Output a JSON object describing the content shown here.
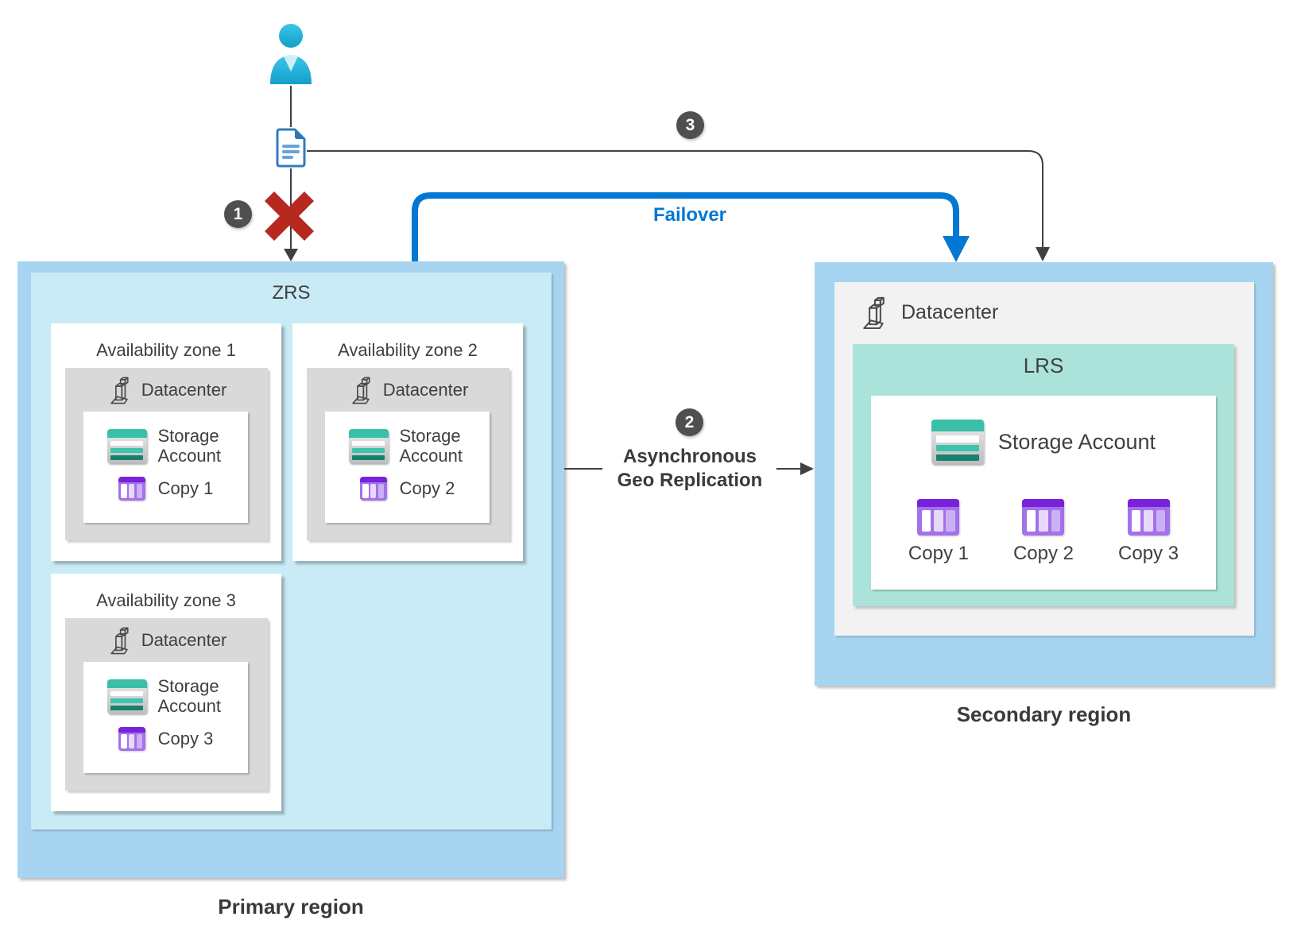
{
  "steps": {
    "step1": "1",
    "step2": "2",
    "step3": "3"
  },
  "connectors": {
    "failover_label": "Failover",
    "async_label_line1": "Asynchronous",
    "async_label_line2": "Geo Replication"
  },
  "primary_region": {
    "region_label": "Primary region",
    "zrs_label": "ZRS",
    "zones": [
      {
        "title": "Availability zone 1",
        "datacenter_label": "Datacenter",
        "storage_label": "Storage Account",
        "copy_label": "Copy 1"
      },
      {
        "title": "Availability zone 2",
        "datacenter_label": "Datacenter",
        "storage_label": "Storage Account",
        "copy_label": "Copy 2"
      },
      {
        "title": "Availability zone 3",
        "datacenter_label": "Datacenter",
        "storage_label": "Storage Account",
        "copy_label": "Copy 3"
      }
    ]
  },
  "secondary_region": {
    "region_label": "Secondary region",
    "datacenter_label": "Datacenter",
    "lrs_label": "LRS",
    "storage_label": "Storage Account",
    "copies": [
      "Copy 1",
      "Copy 2",
      "Copy 3"
    ]
  },
  "colors": {
    "region_fill": "#A6D4F1",
    "zrs_fill": "#C9EBF6",
    "zone_datacenter_fill": "#D9D9D9",
    "secondary_datacenter_fill": "#F2F2F2",
    "lrs_fill": "#ABE3DA",
    "accent_blue": "#0078D4",
    "error_red": "#B7281E",
    "badge_fill": "#4F4F4F",
    "line_gray": "#404040",
    "storage_teal": "#3BBFAA",
    "storage_teal_dark": "#18806E",
    "copy_purple_header": "#7A22DB",
    "copy_purple_body": "#A471EC",
    "user_cyan": "#2BB7DC",
    "document_blue": "#2F7CC3"
  }
}
